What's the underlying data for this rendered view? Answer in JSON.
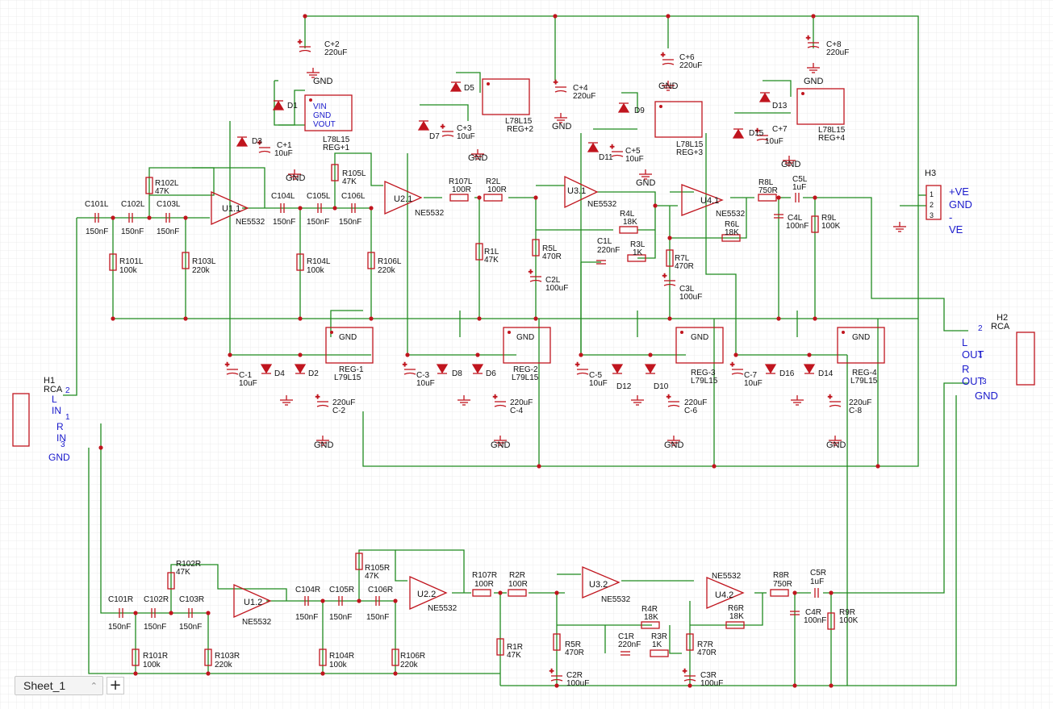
{
  "sheet_tabs": [
    {
      "label": "Sheet_1"
    }
  ],
  "add_sheet_icon": "plus-icon",
  "connectors": {
    "h1": {
      "ref": "H1",
      "type": "RCA",
      "pin2": "2",
      "pin1": "1",
      "pin3": "3",
      "l_in": "L IN",
      "r_in": "R IN",
      "gnd": "GND"
    },
    "h2": {
      "ref": "H2",
      "type": "RCA",
      "pin2": "2",
      "pin1": "1",
      "pin3": "3",
      "l_out": "L OUT",
      "r_out": "R OUT",
      "gnd": "GND"
    },
    "h3": {
      "ref": "H3",
      "pin1": "1",
      "pin2": "2",
      "pin3": "3",
      "pve": "+VE",
      "gnd": "GND",
      "nve": "-VE"
    }
  },
  "labels": [
    {
      "t": "C+2"
    },
    {
      "t": "220uF"
    },
    {
      "t": "GND"
    },
    {
      "t": "C+6"
    },
    {
      "t": "220uF"
    },
    {
      "t": "GND"
    },
    {
      "t": "C+8"
    },
    {
      "t": "220uF"
    },
    {
      "t": "GND"
    },
    {
      "t": "C+4"
    },
    {
      "t": "220uF"
    },
    {
      "t": "GND"
    },
    {
      "t": "D1"
    },
    {
      "t": "D3"
    },
    {
      "t": "C+1"
    },
    {
      "t": "10uF"
    },
    {
      "t": "GND"
    },
    {
      "t": "L78L15"
    },
    {
      "t": "REG+1"
    },
    {
      "t": "D5"
    },
    {
      "t": "D7"
    },
    {
      "t": "C+3"
    },
    {
      "t": "10uF"
    },
    {
      "t": "GND"
    },
    {
      "t": "L78L15"
    },
    {
      "t": "REG+2"
    },
    {
      "t": "D9"
    },
    {
      "t": "D11"
    },
    {
      "t": "C+5"
    },
    {
      "t": "10uF"
    },
    {
      "t": "GND"
    },
    {
      "t": "L78L15"
    },
    {
      "t": "REG+3"
    },
    {
      "t": "D13"
    },
    {
      "t": "D15"
    },
    {
      "t": "C+7"
    },
    {
      "t": "10uF"
    },
    {
      "t": "GND"
    },
    {
      "t": "L78L15"
    },
    {
      "t": "REG+4"
    },
    {
      "t": "R102L"
    },
    {
      "t": "47K"
    },
    {
      "t": "C101L"
    },
    {
      "t": "150nF"
    },
    {
      "t": "C102L"
    },
    {
      "t": "150nF"
    },
    {
      "t": "C103L"
    },
    {
      "t": "150nF"
    },
    {
      "t": "R101L"
    },
    {
      "t": "100k"
    },
    {
      "t": "R103L"
    },
    {
      "t": "220k"
    },
    {
      "t": "U1.1"
    },
    {
      "t": "NE5532"
    },
    {
      "t": "C104L"
    },
    {
      "t": "150nF"
    },
    {
      "t": "C105L"
    },
    {
      "t": "150nF"
    },
    {
      "t": "C106L"
    },
    {
      "t": "150nF"
    },
    {
      "t": "R104L"
    },
    {
      "t": "100k"
    },
    {
      "t": "R105L"
    },
    {
      "t": "47K"
    },
    {
      "t": "R106L"
    },
    {
      "t": "220k"
    },
    {
      "t": "U2.1"
    },
    {
      "t": "NE5532"
    },
    {
      "t": "R107L"
    },
    {
      "t": "100R"
    },
    {
      "t": "R2L"
    },
    {
      "t": "100R"
    },
    {
      "t": "R1L"
    },
    {
      "t": "47K"
    },
    {
      "t": "U3.1"
    },
    {
      "t": "NE5532"
    },
    {
      "t": "R4L"
    },
    {
      "t": "18K"
    },
    {
      "t": "C1L"
    },
    {
      "t": "220nF"
    },
    {
      "t": "R3L"
    },
    {
      "t": "1K"
    },
    {
      "t": "R5L"
    },
    {
      "t": "470R"
    },
    {
      "t": "C2L"
    },
    {
      "t": "100uF"
    },
    {
      "t": "U4.1"
    },
    {
      "t": "NE5532"
    },
    {
      "t": "R6L"
    },
    {
      "t": "18K"
    },
    {
      "t": "R7L"
    },
    {
      "t": "470R"
    },
    {
      "t": "C3L"
    },
    {
      "t": "100uF"
    },
    {
      "t": "R8L"
    },
    {
      "t": "750R"
    },
    {
      "t": "C5L"
    },
    {
      "t": "1uF"
    },
    {
      "t": "C4L"
    },
    {
      "t": "100nF"
    },
    {
      "t": "R9L"
    },
    {
      "t": "100K"
    },
    {
      "t": "C-1"
    },
    {
      "t": "10uF"
    },
    {
      "t": "D4"
    },
    {
      "t": "D2"
    },
    {
      "t": "GND"
    },
    {
      "t": "REG-1"
    },
    {
      "t": "L79L15"
    },
    {
      "t": "C-2"
    },
    {
      "t": "220uF"
    },
    {
      "t": "GND"
    },
    {
      "t": "C-3"
    },
    {
      "t": "10uF"
    },
    {
      "t": "D8"
    },
    {
      "t": "D6"
    },
    {
      "t": "GND"
    },
    {
      "t": "REG-2"
    },
    {
      "t": "L79L15"
    },
    {
      "t": "C-4"
    },
    {
      "t": "220uF"
    },
    {
      "t": "GND"
    },
    {
      "t": "C-5"
    },
    {
      "t": "10uF"
    },
    {
      "t": "D12"
    },
    {
      "t": "D10"
    },
    {
      "t": "GND"
    },
    {
      "t": "REG-3"
    },
    {
      "t": "L79L15"
    },
    {
      "t": "C-6"
    },
    {
      "t": "220uF"
    },
    {
      "t": "GND"
    },
    {
      "t": "C-7"
    },
    {
      "t": "10uF"
    },
    {
      "t": "D16"
    },
    {
      "t": "D14"
    },
    {
      "t": "GND"
    },
    {
      "t": "REG-4"
    },
    {
      "t": "L79L15"
    },
    {
      "t": "C-8"
    },
    {
      "t": "220uF"
    },
    {
      "t": "GND"
    },
    {
      "t": "R102R"
    },
    {
      "t": "47K"
    },
    {
      "t": "C101R"
    },
    {
      "t": "150nF"
    },
    {
      "t": "C102R"
    },
    {
      "t": "150nF"
    },
    {
      "t": "C103R"
    },
    {
      "t": "150nF"
    },
    {
      "t": "R101R"
    },
    {
      "t": "100k"
    },
    {
      "t": "R103R"
    },
    {
      "t": "220k"
    },
    {
      "t": "U1.2"
    },
    {
      "t": "NE5532"
    },
    {
      "t": "C104R"
    },
    {
      "t": "150nF"
    },
    {
      "t": "C105R"
    },
    {
      "t": "150nF"
    },
    {
      "t": "C106R"
    },
    {
      "t": "150nF"
    },
    {
      "t": "R104R"
    },
    {
      "t": "100k"
    },
    {
      "t": "R105R"
    },
    {
      "t": "47K"
    },
    {
      "t": "R106R"
    },
    {
      "t": "220k"
    },
    {
      "t": "U2.2"
    },
    {
      "t": "NE5532"
    },
    {
      "t": "R107R"
    },
    {
      "t": "100R"
    },
    {
      "t": "R2R"
    },
    {
      "t": "100R"
    },
    {
      "t": "R1R"
    },
    {
      "t": "47K"
    },
    {
      "t": "U3.2"
    },
    {
      "t": "NE5532"
    },
    {
      "t": "R4R"
    },
    {
      "t": "18K"
    },
    {
      "t": "C1R"
    },
    {
      "t": "220nF"
    },
    {
      "t": "R3R"
    },
    {
      "t": "1K"
    },
    {
      "t": "R5R"
    },
    {
      "t": "470R"
    },
    {
      "t": "C2R"
    },
    {
      "t": "100uF"
    },
    {
      "t": "U4.2"
    },
    {
      "t": "NE5532"
    },
    {
      "t": "R6R"
    },
    {
      "t": "18K"
    },
    {
      "t": "R7R"
    },
    {
      "t": "470R"
    },
    {
      "t": "C3R"
    },
    {
      "t": "100uF"
    },
    {
      "t": "R8R"
    },
    {
      "t": "750R"
    },
    {
      "t": "C5R"
    },
    {
      "t": "1uF"
    },
    {
      "t": "C4R"
    },
    {
      "t": "100nF"
    },
    {
      "t": "R9R"
    },
    {
      "t": "100K"
    },
    {
      "t": "VIN"
    },
    {
      "t": "GND"
    },
    {
      "t": "VOUT"
    }
  ],
  "colors": {
    "wire": "#1f8a1f",
    "component": "#c0151e",
    "pin_text": "#1a1acc",
    "text": "#111111",
    "grid": "#ececec"
  }
}
